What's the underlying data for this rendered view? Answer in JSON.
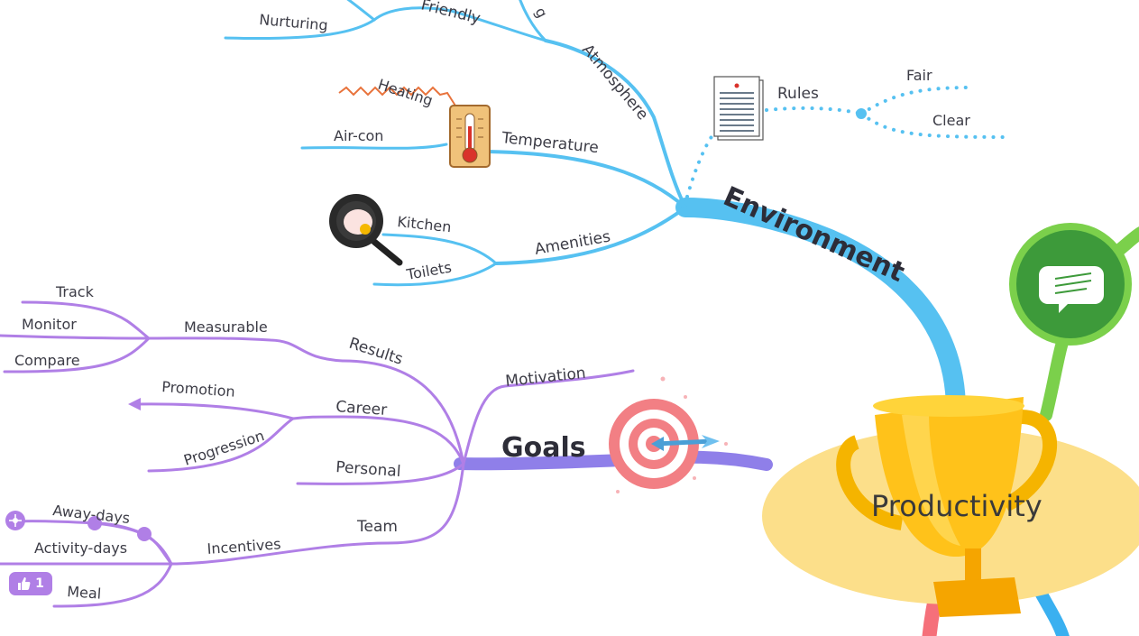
{
  "central_topic": "Productivity",
  "branches": {
    "environment": {
      "label": "Environment",
      "color": "#56c1f1",
      "atmosphere": {
        "label": "Atmosphere",
        "children": [
          "Friendly",
          "Nurturing"
        ],
        "cut_label": "g"
      },
      "temperature": {
        "label": "Temperature",
        "children": [
          "Heating",
          "Air-con"
        ]
      },
      "amenities": {
        "label": "Amenities",
        "children": [
          "Kitchen",
          "Toilets"
        ]
      },
      "rules": {
        "label": "Rules",
        "children": [
          "Fair",
          "Clear"
        ]
      }
    },
    "goals": {
      "label": "Goals",
      "color": "#b07fe6",
      "motivation": {
        "label": "Motivation"
      },
      "results": {
        "label": "Results",
        "measurable": {
          "label": "Measurable",
          "children": [
            "Track",
            "Monitor",
            "Compare"
          ]
        }
      },
      "career": {
        "label": "Career",
        "children": [
          "Promotion",
          "Progression"
        ]
      },
      "personal": {
        "label": "Personal"
      },
      "team": {
        "label": "Team",
        "incentives": {
          "label": "Incentives",
          "children": [
            "Away-days",
            "Activity-days",
            "Meal"
          ]
        }
      }
    }
  },
  "like_badge": {
    "count": "1"
  },
  "icons": [
    "trophy-icon",
    "target-icon",
    "thermometer-icon",
    "frying-pan-icon",
    "document-icon",
    "speech-bubble-icon",
    "thumbs-up-icon",
    "move-icon"
  ]
}
